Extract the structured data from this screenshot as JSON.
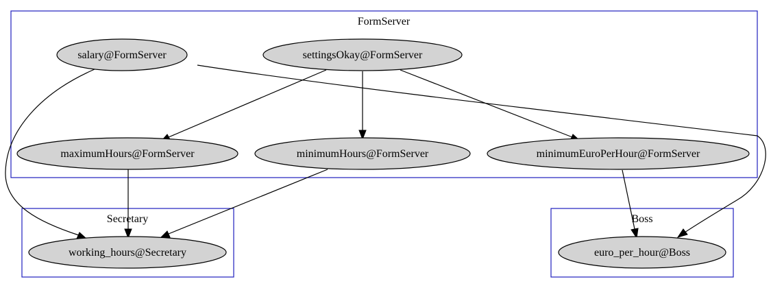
{
  "clusters": {
    "formserver": {
      "label": "FormServer"
    },
    "secretary": {
      "label": "Secretary"
    },
    "boss": {
      "label": "Boss"
    }
  },
  "nodes": {
    "salary": {
      "label": "salary@FormServer"
    },
    "settings_okay": {
      "label": "settingsOkay@FormServer"
    },
    "maximum_hours": {
      "label": "maximumHours@FormServer"
    },
    "minimum_hours": {
      "label": "minimumHours@FormServer"
    },
    "minimum_euro": {
      "label": "minimumEuroPerHour@FormServer"
    },
    "working_hours": {
      "label": "working_hours@Secretary"
    },
    "euro_per_hour": {
      "label": "euro_per_hour@Boss"
    }
  },
  "edges": [
    {
      "from": "settings_okay",
      "to": "maximum_hours"
    },
    {
      "from": "settings_okay",
      "to": "minimum_hours"
    },
    {
      "from": "settings_okay",
      "to": "minimum_euro"
    },
    {
      "from": "salary",
      "to": "working_hours"
    },
    {
      "from": "salary",
      "to": "euro_per_hour"
    },
    {
      "from": "maximum_hours",
      "to": "working_hours"
    },
    {
      "from": "minimum_hours",
      "to": "working_hours"
    },
    {
      "from": "minimum_euro",
      "to": "euro_per_hour"
    }
  ],
  "colors": {
    "cluster_border": "#1f1fbf",
    "node_fill": "#d3d3d3",
    "edge": "#000000"
  }
}
